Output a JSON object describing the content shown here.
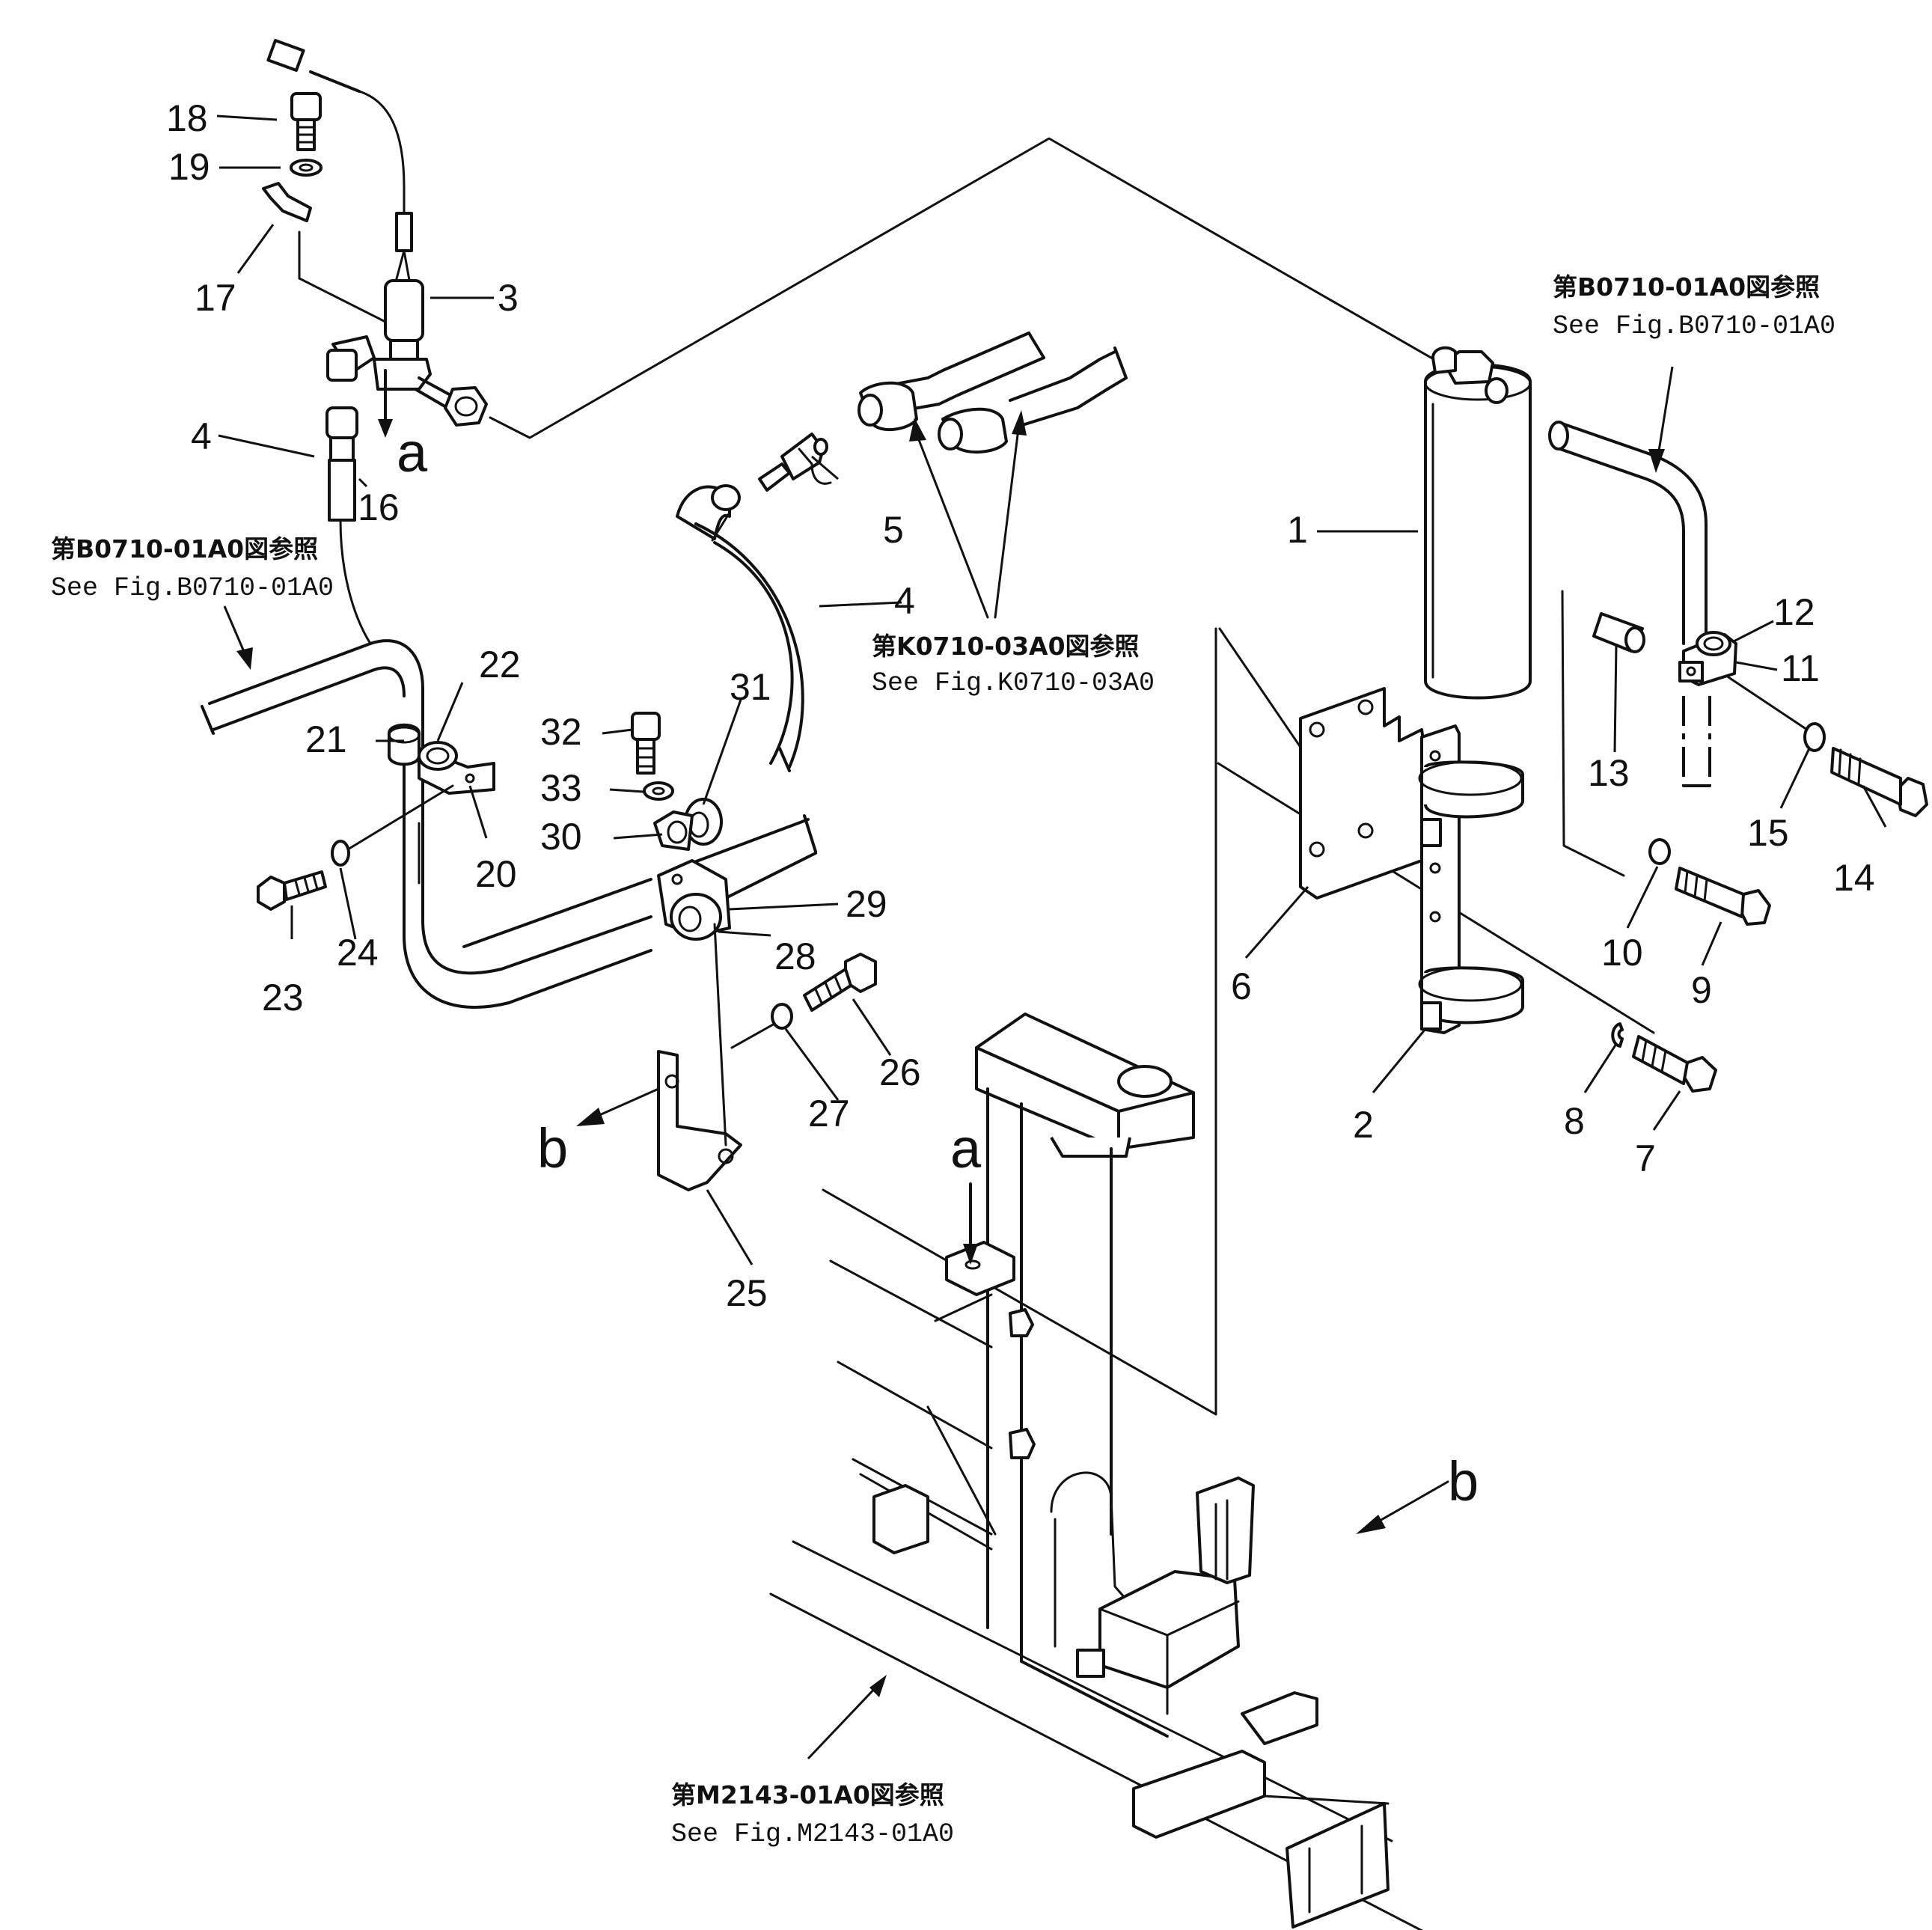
{
  "diagram": {
    "part_labels": [
      "1",
      "2",
      "3",
      "4",
      "4",
      "5",
      "6",
      "7",
      "8",
      "9",
      "10",
      "11",
      "12",
      "13",
      "14",
      "15",
      "16",
      "17",
      "18",
      "19",
      "20",
      "21",
      "22",
      "23",
      "24",
      "25",
      "26",
      "27",
      "28",
      "29",
      "30",
      "31",
      "32",
      "33"
    ],
    "view_markers": [
      "a",
      "a",
      "b",
      "b"
    ],
    "references": [
      {
        "jp": "第B0710-01A0図参照",
        "en": "See Fig.B0710-01A0"
      },
      {
        "jp": "第B0710-01A0図参照",
        "en": "See Fig.B0710-01A0"
      },
      {
        "jp": "第K0710-03A0図参照",
        "en": "See Fig.K0710-03A0"
      },
      {
        "jp": "第M2143-01A0図参照",
        "en": "See Fig.M2143-01A0"
      }
    ]
  }
}
